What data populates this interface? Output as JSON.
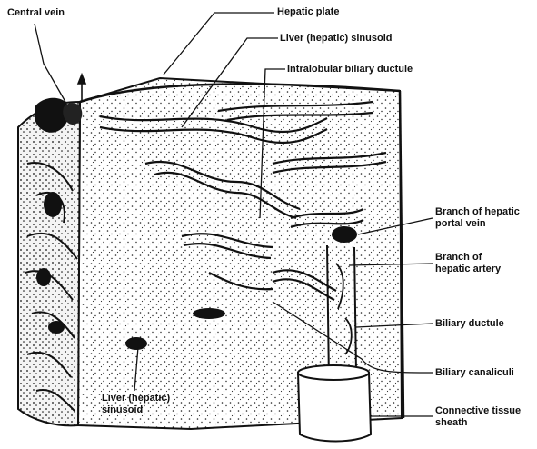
{
  "diagram": {
    "labels": {
      "central_vein": "Central vein",
      "hepatic_plate": "Hepatic plate",
      "liver_sinusoid_top": "Liver (hepatic) sinusoid",
      "intralobular_ductule": "Intralobular biliary ductule",
      "portal_vein_line1": "Branch of hepatic",
      "portal_vein_line2": "portal vein",
      "hepatic_artery_line1": "Branch of",
      "hepatic_artery_line2": "hepatic artery",
      "biliary_ductule": "Biliary ductule",
      "biliary_canaliculi": "Biliary canaliculi",
      "connective_line1": "Connective tissue",
      "connective_line2": "sheath",
      "liver_sinusoid_bottom_line1": "Liver (hepatic)",
      "liver_sinusoid_bottom_line2": "sinusoid"
    }
  }
}
